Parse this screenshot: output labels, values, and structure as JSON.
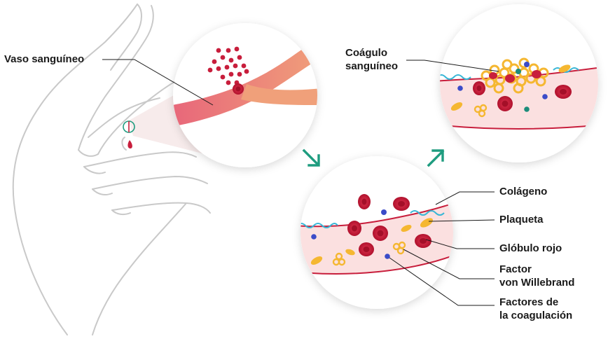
{
  "labels": {
    "vaso": "Vaso sanguíneo",
    "coagulo_1": "Coágulo",
    "coagulo_2": "sanguíneo",
    "colageno": "Colágeno",
    "plaqueta": "Plaqueta",
    "globulo": "Glóbulo rojo",
    "factor_vw_1": "Factor",
    "factor_vw_2": "von Willebrand",
    "factores_1": "Factores de",
    "factores_2": "la coagulación"
  },
  "icons": {
    "step_arrow_1": "arrow-down-right-icon",
    "step_arrow_2": "arrow-up-right-icon"
  },
  "colors": {
    "vessel": "#e8677a",
    "blood_cell": "#c81e3c",
    "platelet": "#f5b731",
    "collagen": "#37b6d6",
    "factor_blue": "#3b4bc8",
    "factor_teal": "#1c8c7a",
    "arrow": "#1e9c7f",
    "outline": "#c7c7c7"
  }
}
